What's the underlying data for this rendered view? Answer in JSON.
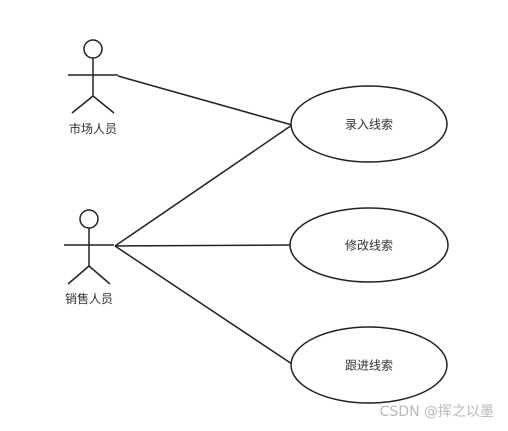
{
  "actors": [
    {
      "id": "marketing",
      "label": "市场人员"
    },
    {
      "id": "sales",
      "label": "销售人员"
    }
  ],
  "use_cases": [
    {
      "id": "enter",
      "label": "录入线索"
    },
    {
      "id": "modify",
      "label": "修改线索"
    },
    {
      "id": "follow",
      "label": "跟进线索"
    }
  ],
  "associations": [
    {
      "actor": "市场人员",
      "use_case": "录入线索"
    },
    {
      "actor": "销售人员",
      "use_case": "录入线索"
    },
    {
      "actor": "销售人员",
      "use_case": "修改线索"
    },
    {
      "actor": "销售人员",
      "use_case": "跟进线索"
    }
  ],
  "watermark": "CSDN @挥之以墨",
  "colors": {
    "stroke": "#222222",
    "text": "#333333",
    "watermark": "#b8b8b8",
    "background": "#ffffff"
  }
}
